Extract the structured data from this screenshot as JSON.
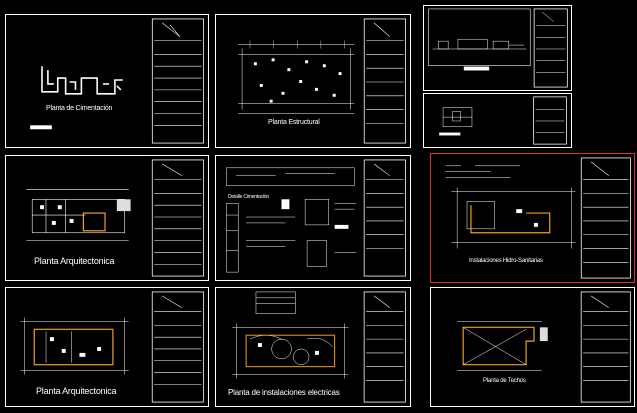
{
  "sheets": [
    {
      "id": "sheet-foundation",
      "title": "Planta de Cimentación"
    },
    {
      "id": "sheet-structural",
      "title": "Planta Estructural"
    },
    {
      "id": "sheet-elevation-1",
      "title": ""
    },
    {
      "id": "sheet-elevation-2",
      "title": ""
    },
    {
      "id": "sheet-architectural-1",
      "title": "Planta Arquitectonica"
    },
    {
      "id": "sheet-details",
      "title": "Detalle Cimentación"
    },
    {
      "id": "sheet-hydro",
      "title": "Instalaciones Hidro-Sanitarias"
    },
    {
      "id": "sheet-architectural-2",
      "title": "Planta Arquitectonica"
    },
    {
      "id": "sheet-electrical",
      "title": "Planta de instalaciones electricas"
    },
    {
      "id": "sheet-roof",
      "title": "Planta de Techos"
    }
  ],
  "colors": {
    "background": "#000000",
    "line": "#ffffff",
    "accent": "#f0a020",
    "border_red": "#e03030"
  }
}
